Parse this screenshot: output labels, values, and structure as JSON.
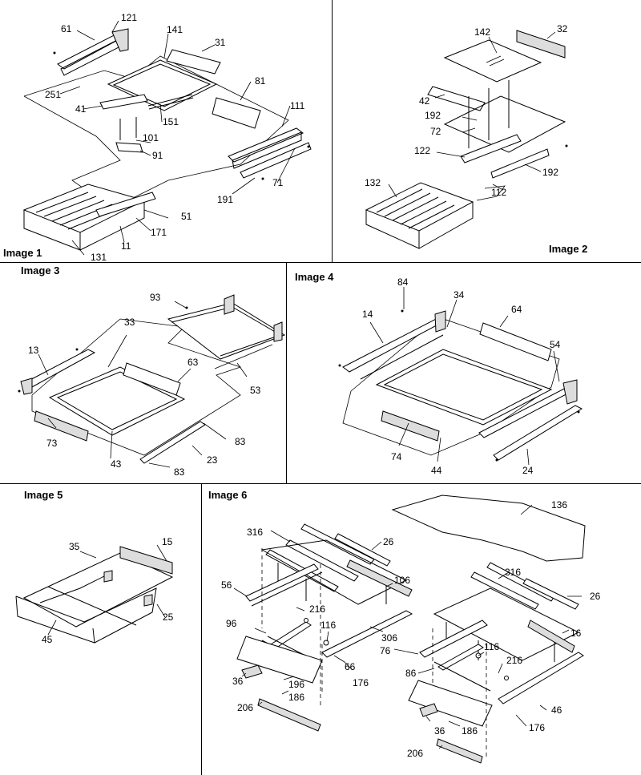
{
  "images": [
    {
      "title": "Image 1",
      "labels": [
        "61",
        "121",
        "141",
        "31",
        "251",
        "81",
        "41",
        "151",
        "111",
        "101",
        "91",
        "191",
        "71",
        "51",
        "171",
        "11",
        "131"
      ]
    },
    {
      "title": "Image 2",
      "labels": [
        "142",
        "32",
        "42",
        "192",
        "72",
        "122",
        "192",
        "132",
        "112"
      ]
    },
    {
      "title": "Image 3",
      "labels": [
        "93",
        "33",
        "13",
        "63",
        "53",
        "83",
        "73",
        "43",
        "23",
        "83"
      ]
    },
    {
      "title": "Image 4",
      "labels": [
        "84",
        "34",
        "64",
        "14",
        "54",
        "74",
        "44",
        "24"
      ]
    },
    {
      "title": "Image 5",
      "labels": [
        "35",
        "15",
        "45",
        "25"
      ]
    },
    {
      "title": "Image 6",
      "labels": [
        "136",
        "316",
        "26",
        "56",
        "106",
        "216",
        "96",
        "116",
        "306",
        "36",
        "196",
        "186",
        "206",
        "66",
        "176",
        "316",
        "26",
        "16",
        "76",
        "116",
        "86",
        "216",
        "36",
        "186",
        "206",
        "46",
        "176"
      ]
    }
  ]
}
